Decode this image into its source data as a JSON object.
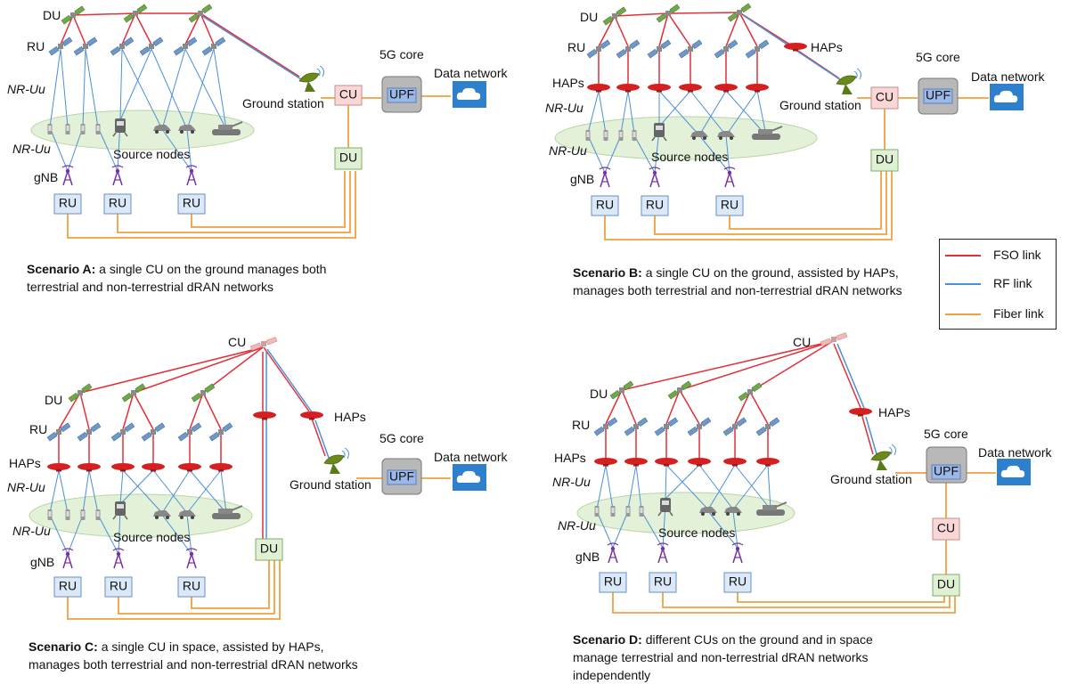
{
  "labels": {
    "du": "DU",
    "ru": "RU",
    "cu": "CU",
    "haps": "HAPs",
    "nr_uu": "NR-Uu",
    "gnb": "gNB",
    "source_nodes": "Source nodes",
    "ground_station": "Ground station",
    "core": "5G core",
    "upf": "UPF",
    "data_network": "Data network"
  },
  "captions": {
    "a": {
      "title": "Scenario A:",
      "line1": "a single CU on the ground manages both",
      "line2": "terrestrial and non-terrestrial dRAN networks"
    },
    "b": {
      "title": "Scenario B:",
      "line1": "a single CU on the ground, assisted by HAPs,",
      "line2": "manages both terrestrial and non-terrestrial dRAN networks"
    },
    "c": {
      "title": "Scenario C:",
      "line1": "a single CU in space, assisted by HAPs,",
      "line2": "manages both terrestrial and non-terrestrial dRAN networks"
    },
    "d": {
      "title": "Scenario D:",
      "line1": "different CUs on the ground and in space",
      "line2": "manage terrestrial and non-terrestrial dRAN networks",
      "line3": "independently"
    }
  },
  "legend": [
    {
      "label": "FSO link",
      "color": "#e0303a"
    },
    {
      "label": "RF link",
      "color": "#4a90d9"
    },
    {
      "label": "Fiber link",
      "color": "#f0a040"
    }
  ],
  "colors": {
    "fso": "#e0303a",
    "rf": "#4a90d9",
    "fiber": "#f0a040",
    "ru_box": "#dbe8f8",
    "du_box": "#dff0d4",
    "cu_box": "#f9d7d7",
    "cloud": "#2f80cc",
    "ellipse": "#e3f1d8"
  },
  "icons": {
    "satellite": "satellite-icon",
    "haps": "haps-airship-icon",
    "antenna": "gnb-antenna-icon",
    "dish": "ground-station-dish-icon",
    "cloud": "cloud-icon"
  }
}
